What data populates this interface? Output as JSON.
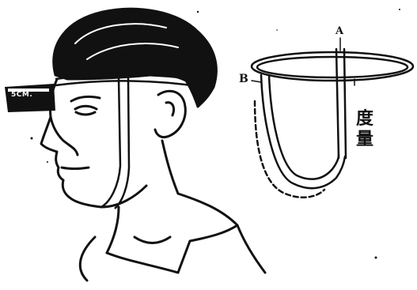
{
  "labels": {
    "point_a": "A",
    "point_b": "B",
    "scale_marking": "5CM.",
    "caption_cjk": "度量"
  },
  "colors": {
    "ink": "#111111",
    "paper": "#ffffff"
  },
  "icons": {
    "head": "head-profile-drawing",
    "band": "measuring-band-loop"
  }
}
